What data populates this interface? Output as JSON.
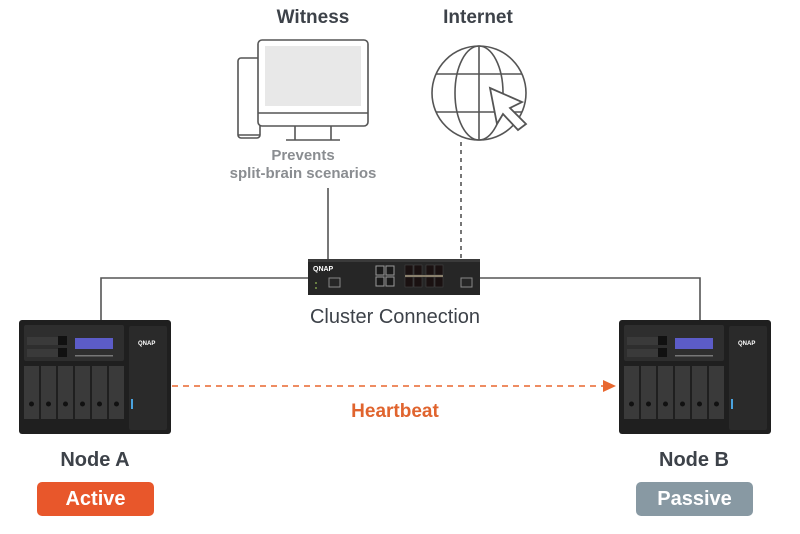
{
  "diagram": {
    "witness": {
      "title": "Witness",
      "description_line1": "Prevents",
      "description_line2": "split-brain scenarios",
      "icon": "desktop-computer-icon"
    },
    "internet": {
      "title": "Internet",
      "icon": "globe-cursor-icon"
    },
    "switch": {
      "brand": "QNAP",
      "label": "Cluster Connection",
      "icon": "network-switch-icon"
    },
    "heartbeat": {
      "label": "Heartbeat",
      "color": "#e8672f"
    },
    "node_a": {
      "title": "Node A",
      "status": "Active",
      "status_color": "#e8572b",
      "brand": "QNAP"
    },
    "node_b": {
      "title": "Node B",
      "status": "Passive",
      "status_color": "#8899a3",
      "brand": "QNAP"
    },
    "colors": {
      "line": "#555555",
      "device_body": "#1f1f1f",
      "lcd": "#5c5cc8"
    }
  }
}
